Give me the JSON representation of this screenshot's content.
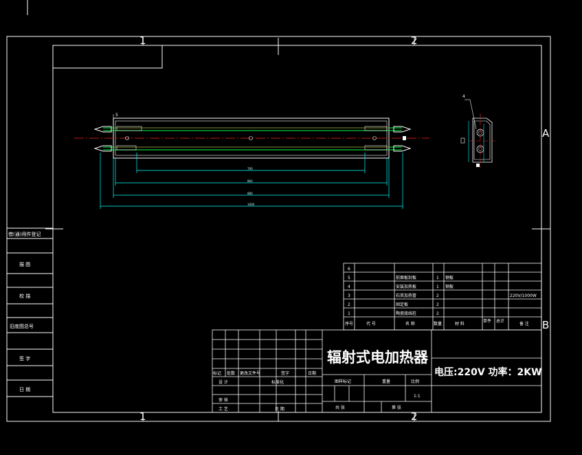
{
  "drawing": {
    "zones_top": [
      "1",
      "2"
    ],
    "zones_bottom": [
      "1",
      "2"
    ],
    "zones_right": [
      "A",
      "B"
    ],
    "title": "辐射式电加热器",
    "spec": "电压:220V 功率：2KW",
    "scale": "1:1"
  },
  "side_panel": {
    "items": [
      "借(通)用件登记",
      "描 图",
      "校 描",
      "旧底图总号",
      "签 字",
      "日 期"
    ]
  },
  "parts_list": {
    "rows": [
      {
        "no": "6",
        "name": "",
        "qty": "",
        "material": "",
        "note": ""
      },
      {
        "no": "5",
        "name": "前面板封板",
        "qty": "1",
        "material": "钢板",
        "note": ""
      },
      {
        "no": "4",
        "name": "安装加热板",
        "qty": "1",
        "material": "钢板",
        "note": ""
      },
      {
        "no": "3",
        "name": "石英加热管",
        "qty": "2",
        "material": "",
        "note": "220V/1000W"
      },
      {
        "no": "2",
        "name": "固定板",
        "qty": "2",
        "material": "",
        "note": ""
      },
      {
        "no": "1",
        "name": "陶瓷接线柱",
        "qty": "2",
        "material": "",
        "note": ""
      }
    ],
    "header": {
      "no": "序号",
      "code": "代 号",
      "name": "名 称",
      "qty": "数量",
      "material": "材 料",
      "unit_weight": "单件",
      "total_weight": "总计",
      "note": "备 注"
    }
  },
  "title_block": {
    "revision_headers": [
      "标记",
      "处数",
      "更改文件号",
      "签字",
      "日期"
    ],
    "roles": [
      "设 计",
      "标准化",
      "审 核",
      "工 艺",
      "日 期"
    ],
    "stage_label": "图样标记",
    "weight_label": "重量",
    "scale_label": "比例",
    "sheet_label": "共 张",
    "page_label": "第 张"
  },
  "callouts": {
    "top_tag": "5",
    "side_tag": "4"
  },
  "dimensions": [
    "700",
    "860",
    "880",
    "1000"
  ],
  "colors": {
    "background": "#000000",
    "lines": "#ffffff",
    "dimensions": "#00ffff",
    "centerline": "#ff2020",
    "tube": "#00ff40"
  }
}
